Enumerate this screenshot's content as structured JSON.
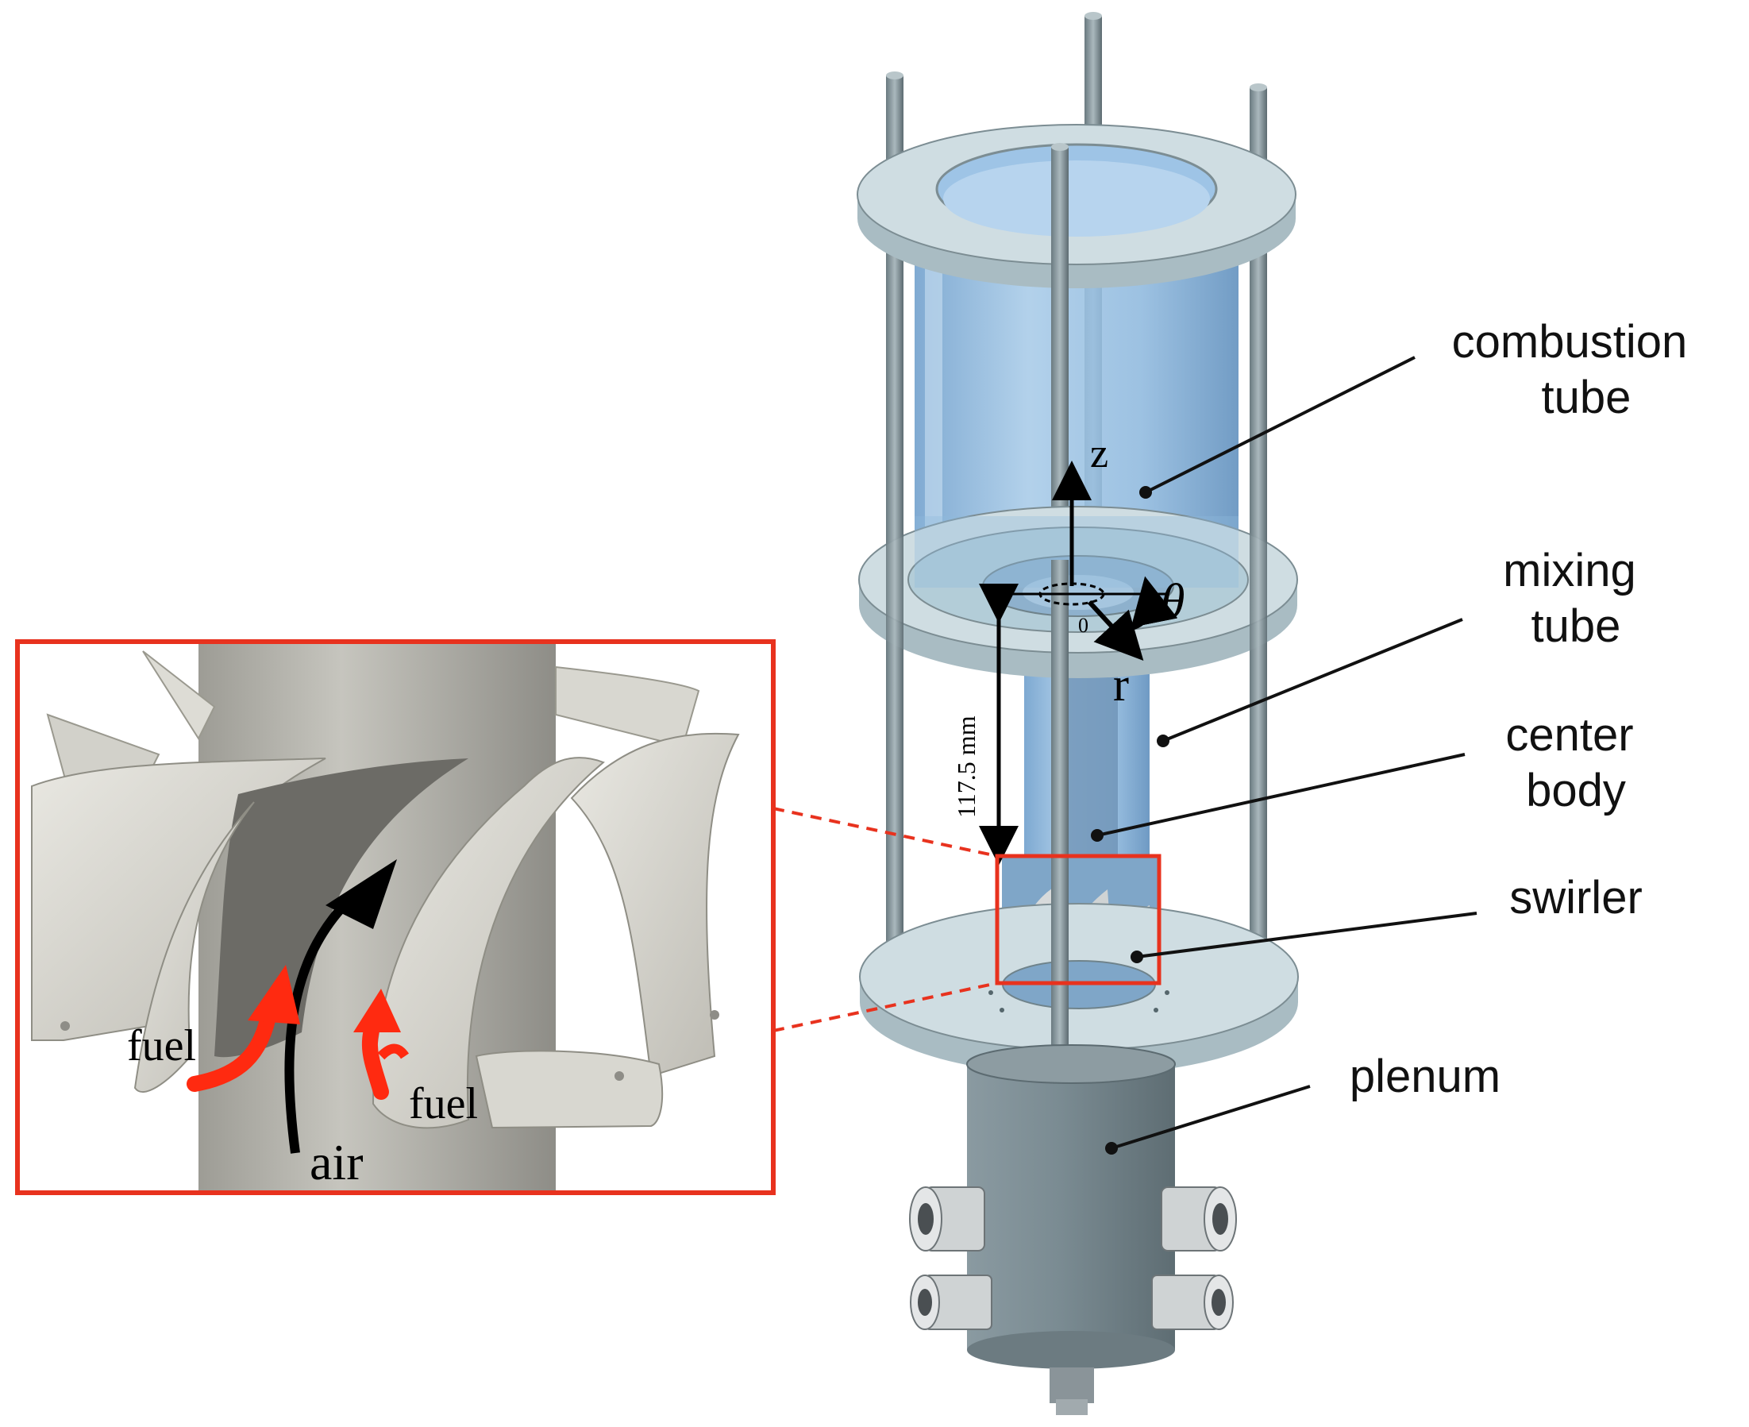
{
  "labels": {
    "combustion_tube": [
      "combustion",
      "tube"
    ],
    "mixing_tube": [
      "mixing",
      "tube"
    ],
    "center_body": [
      "center",
      "body"
    ],
    "swirler": "swirler",
    "plenum": "plenum"
  },
  "axes": {
    "z": "z",
    "theta": "θ",
    "r": "r",
    "origin": "0"
  },
  "dimension": "117.5 mm",
  "inset": {
    "fuel_left": "fuel",
    "fuel_right": "fuel",
    "air": "air"
  },
  "colors": {
    "highlight": "#e8321e",
    "glass": "#8fb9de",
    "plate": "#cfdde2",
    "metal": "#7e8e95",
    "fuel_arrow": "#ff2a10"
  },
  "icons": [
    "fitting-icon",
    "rod-icon"
  ]
}
